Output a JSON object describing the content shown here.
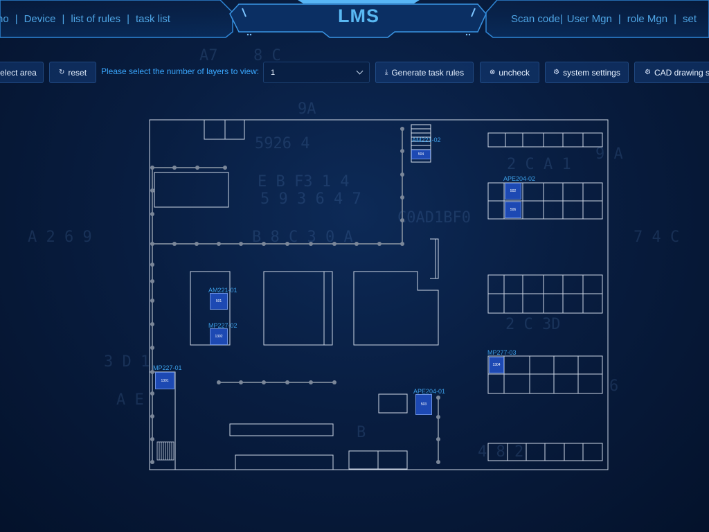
{
  "header": {
    "title": "LMS",
    "nav_left": [
      "no",
      "Device",
      "list of rules",
      "task list"
    ],
    "nav_right": [
      "Scan code",
      "User Mgn",
      "role Mgn",
      "set"
    ]
  },
  "toolbar": {
    "select_area_label": "elect area",
    "reset_label": "reset",
    "layer_prompt": "Please select the number of layers to view:",
    "layer_value": "1",
    "generate_label": "Generate task rules",
    "uncheck_label": "uncheck",
    "system_settings_label": "system settings",
    "cad_settings_label": "CAD drawing se"
  },
  "floor_plan": {
    "devices": [
      {
        "id": "AM221-02",
        "code": "504"
      },
      {
        "id": "APE204-02",
        "code": "502"
      },
      {
        "id": "APE204-02b",
        "code": "506"
      },
      {
        "id": "AM221-01",
        "code": "501"
      },
      {
        "id": "MP227-02",
        "code": "1302"
      },
      {
        "id": "MP227-01",
        "code": "1301"
      },
      {
        "id": "MP277-03",
        "code": "1304"
      },
      {
        "id": "APE204-01",
        "code": "503"
      }
    ],
    "labels": {
      "am221_02": "AM221-02",
      "ape204_02": "APE204-02",
      "am221_01": "AM221-01",
      "mp227_02": "MP227-02",
      "mp227_01": "MP227-01",
      "mp277_03": "MP277-03",
      "ape204_01": "APE204-01"
    }
  },
  "colors": {
    "accent": "#59b8f2",
    "device_fill": "#1d49b3",
    "outline": "#cfd8e6"
  },
  "icons": {
    "reset": "refresh-icon",
    "generate": "download-icon",
    "uncheck": "close-circle-icon",
    "settings": "gear-icon",
    "select": "chevron-down-icon"
  }
}
